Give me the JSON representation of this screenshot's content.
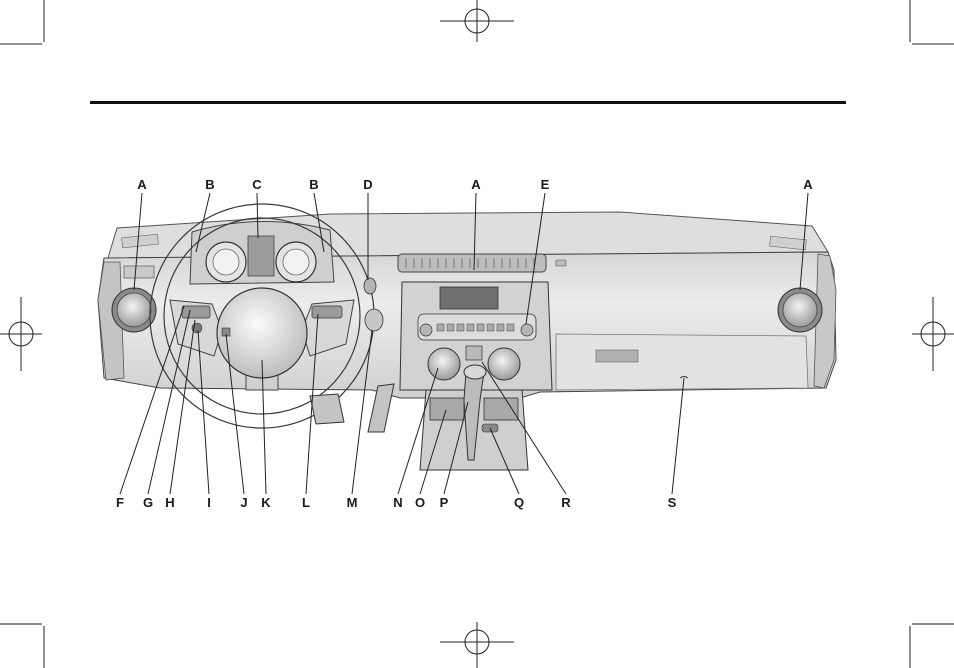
{
  "diagram": {
    "top_labels": [
      "A",
      "B",
      "C",
      "B",
      "D",
      "A",
      "E",
      "A"
    ],
    "bottom_labels": [
      "F",
      "G",
      "H",
      "I",
      "J",
      "K",
      "L",
      "M",
      "N",
      "O",
      "P",
      "Q",
      "R",
      "S"
    ]
  },
  "colors": {
    "rule": "#111111",
    "dash": "#e4e4e4",
    "dash_shadow": "#c4c4c4",
    "line": "#222222"
  }
}
